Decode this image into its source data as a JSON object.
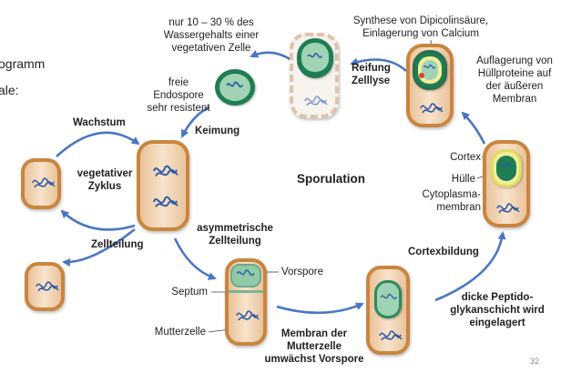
{
  "page": {
    "title": "Sporulation",
    "page_number": "32"
  },
  "edge_text": {
    "left_1": "ogramm",
    "left_2": "ale:"
  },
  "labels": {
    "top_water": "nur 10 – 30 % des\nWassergehalts einer\nvegetativen Zelle",
    "synthesis": "Synthese von Dipicolinsäure,\nEinlagerung von Calcium",
    "free_spore": "freie Endospore\nsehr resistent",
    "reifung": "Reifung\nZelllyse",
    "auflagerung": "Auflagerung von\nHüllproteine auf\nder äußeren\nMembran",
    "keimung": "Keimung",
    "wachstum": "Wachstum",
    "vegetativer": "vegetativer\nZyklus",
    "cortex": "Cortex",
    "huelle": "Hülle",
    "cytoplasma": "Cytoplasma-\nmembran",
    "asym": "asymmetrische\nZellteilung",
    "zellteilung": "Zellteilung",
    "cortexbildung": "Cortexbildung",
    "vorspore": "Vorspore",
    "septum": "Septum",
    "mutterzelle": "Mutterzelle",
    "membran": "Membran der\nMutterzelle\numwächst Vorspore",
    "peptido": "dicke Peptido-\nglykanschicht wird\neingelagert"
  },
  "colors": {
    "arrow": "#4a76c2",
    "cell_wall": "#c9853f",
    "cytoplasm": "#f3d6b7",
    "spore": "#1f7d53",
    "prespore": "#8fc9a8",
    "cortex": "#e6e36a",
    "nucleoid": "#2f5aa8"
  }
}
